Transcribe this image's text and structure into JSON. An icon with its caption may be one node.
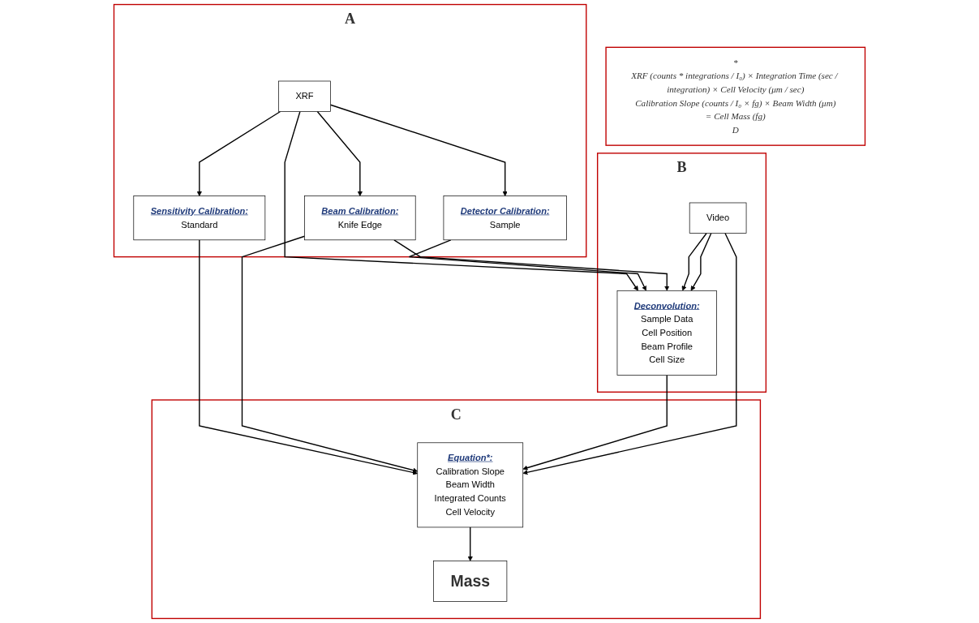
{
  "diagram": {
    "nodes": [
      {
        "text": [
          "A"
        ]
      },
      {
        "text": [
          "XRF"
        ],
        "in": 0
      },
      {
        "text": [
          "Detector Calibration:",
          "Sample"
        ],
        "in": 0
      },
      {
        "text": [
          "Sensitivity Calibration:",
          "Standard"
        ],
        "in": 0
      },
      {
        "text": [
          "Beam Calibration:",
          "Knife Edge"
        ],
        "in": 0
      },
      {
        "text": [
          "B"
        ]
      },
      {
        "text": [
          "Video"
        ],
        "in": 5
      },
      {
        "text": [
          "Deconvolution:",
          "Sample Data",
          "Cell Position",
          "Beam Profile",
          "Cell Size"
        ],
        "in": 5
      },
      {
        "text": [
          "C"
        ]
      },
      {
        "text": [
          "Equation*:",
          "Calibration Slope",
          "Beam Width",
          "Integrated Counts",
          "Cell Velocity"
        ],
        "in": 8
      },
      {
        "text": [
          "Mass"
        ],
        "in": 8
      },
      {
        "text": [
          "*",
          "XRF (counts * integrations / I₀) × Integration Time (sec / integration) × Cell Velocity (μm / sec)",
          "Calibration Slope (counts / I₀ × fg) × Beam Width (μm)",
          "= Cell Mass (fg)",
          "D"
        ]
      }
    ],
    "edges": [
      {
        "from": 1,
        "to": 2,
        "arrow": "to"
      },
      {
        "from": 1,
        "to": 7,
        "arrow": "to"
      },
      {
        "from": 1,
        "to": 3,
        "arrow": "to"
      },
      {
        "from": 1,
        "to": 4,
        "arrow": "to"
      },
      {
        "from": 2,
        "to": 7,
        "arrow": "to"
      },
      {
        "from": 4,
        "to": 7,
        "arrow": "to"
      },
      {
        "from": 6,
        "to": 7,
        "arrow": "to"
      },
      {
        "from": 6,
        "to": 7,
        "arrow": "to"
      },
      {
        "from": 3,
        "to": 9,
        "arrow": "to"
      },
      {
        "from": 4,
        "to": 9,
        "arrow": "to"
      },
      {
        "from": 7,
        "to": 9,
        "arrow": "to"
      },
      {
        "from": 6,
        "to": 9,
        "arrow": "to"
      },
      {
        "from": 9,
        "to": 10,
        "arrow": "to"
      }
    ]
  }
}
